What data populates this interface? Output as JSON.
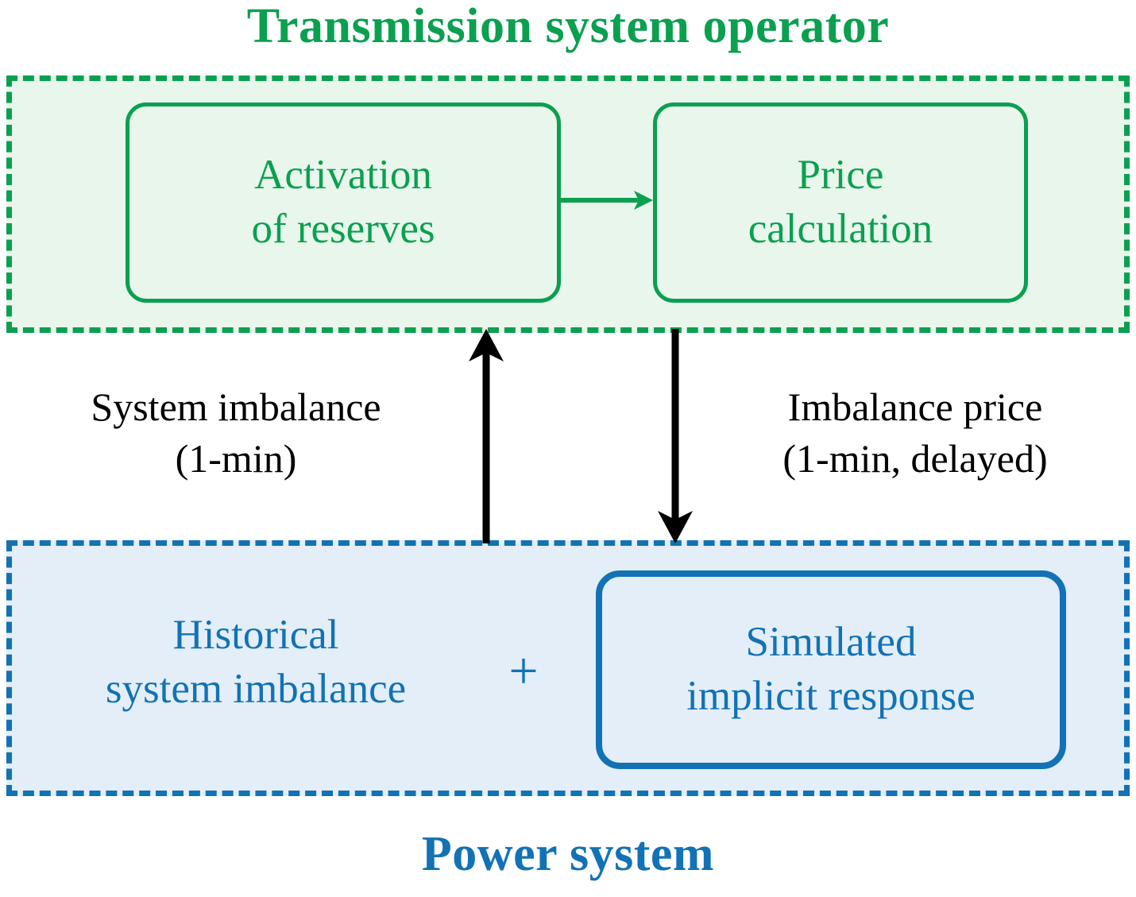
{
  "regions": {
    "tso": {
      "title": "Transmission system operator",
      "color": "#0aa050",
      "fill": "#e8f6ec",
      "nodes": [
        {
          "id": "activation",
          "label": "Activation\nof reserves"
        },
        {
          "id": "price",
          "label": "Price\ncalculation"
        }
      ]
    },
    "power_system": {
      "title": "Power system",
      "color": "#1272b5",
      "fill": "#e3eef8",
      "nodes": [
        {
          "id": "historical",
          "label": "Historical\nsystem imbalance"
        },
        {
          "id": "simulated",
          "label": "Simulated\nimplicit response"
        }
      ],
      "operator": "+"
    }
  },
  "connectors": [
    {
      "id": "internal-tso-arrow",
      "from": "activation",
      "to": "price",
      "direction": "right",
      "color": "#0aa050",
      "label": ""
    },
    {
      "id": "system-imbalance-arrow",
      "from": "power_system",
      "to": "tso",
      "direction": "up",
      "color": "#000000",
      "label": "System imbalance\n(1-min)"
    },
    {
      "id": "imbalance-price-arrow",
      "from": "tso",
      "to": "power_system",
      "direction": "down",
      "color": "#000000",
      "label": "Imbalance price\n(1-min, delayed)"
    }
  ]
}
